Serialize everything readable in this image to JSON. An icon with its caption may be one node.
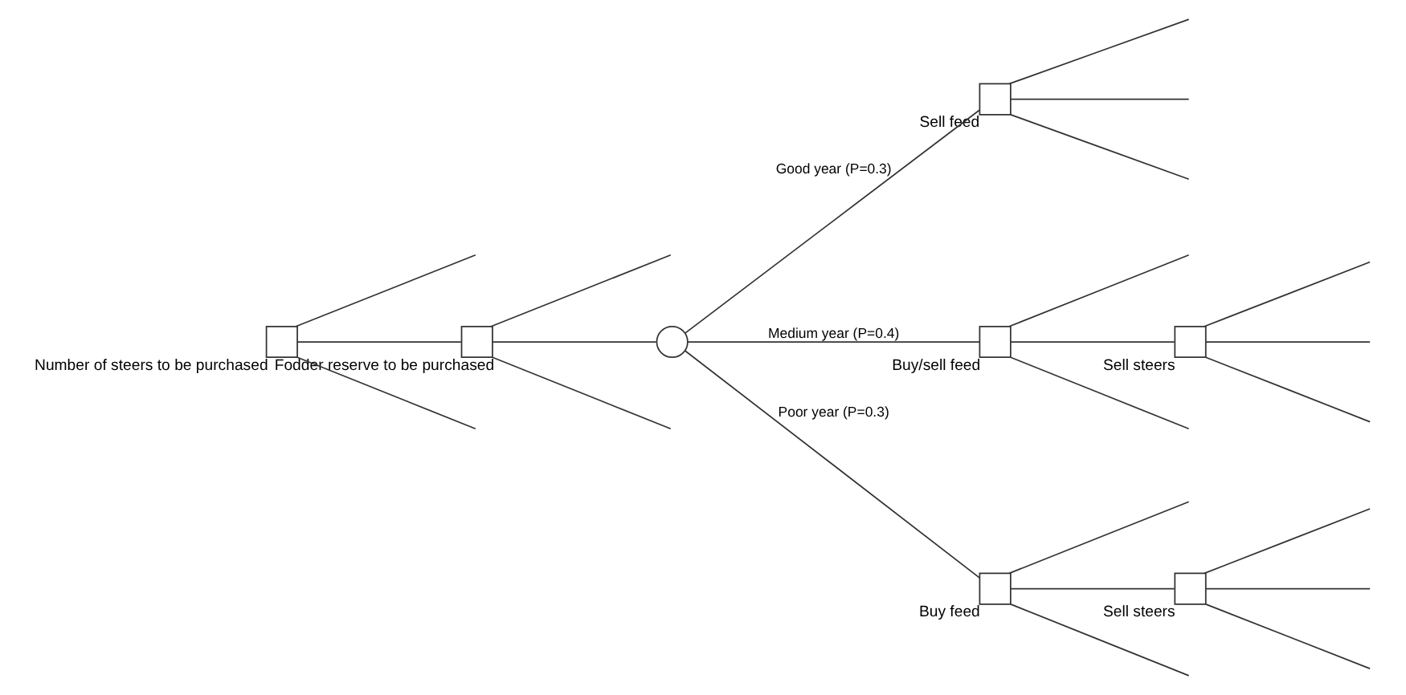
{
  "diagram": {
    "nodes": [
      {
        "text": [],
        "shape": "box",
        "beside": [
          "Number of steers to be purchased"
        ]
      },
      {
        "text": [],
        "shape": "box",
        "beside": [
          "Fodder reserve to be purchased"
        ]
      },
      {
        "text": [],
        "shape": "circle"
      },
      {
        "text": [],
        "shape": "box",
        "beside": [
          "Sell feed"
        ]
      },
      {
        "text": [],
        "shape": "box",
        "beside": [
          "Buy/sell feed"
        ]
      },
      {
        "text": [],
        "shape": "box",
        "beside": [
          "Sell steers"
        ]
      },
      {
        "text": [],
        "shape": "box",
        "beside": [
          "Buy feed"
        ]
      },
      {
        "text": [],
        "shape": "box",
        "beside": [
          "Sell steers"
        ]
      }
    ],
    "edges": [
      {
        "from": 0,
        "to": null,
        "arrow": "none"
      },
      {
        "from": 0,
        "to": 1,
        "arrow": "none"
      },
      {
        "from": 0,
        "to": null,
        "arrow": "none"
      },
      {
        "from": 1,
        "to": null,
        "arrow": "none"
      },
      {
        "from": 1,
        "to": 2,
        "arrow": "none"
      },
      {
        "from": 1,
        "to": null,
        "arrow": "none"
      },
      {
        "from": 2,
        "to": 3,
        "arrow": "none",
        "label": "Good year (P=0.3)"
      },
      {
        "from": 2,
        "to": 4,
        "arrow": "none",
        "label": "Medium year (P=0.4)"
      },
      {
        "from": 2,
        "to": 6,
        "arrow": "none",
        "label": "Poor year (P=0.3)"
      },
      {
        "from": 3,
        "to": null,
        "arrow": "none"
      },
      {
        "from": 3,
        "to": null,
        "arrow": "none"
      },
      {
        "from": 3,
        "to": null,
        "arrow": "none"
      },
      {
        "from": 4,
        "to": null,
        "arrow": "none"
      },
      {
        "from": 4,
        "to": 5,
        "arrow": "none"
      },
      {
        "from": 4,
        "to": null,
        "arrow": "none"
      },
      {
        "from": 5,
        "to": null,
        "arrow": "none"
      },
      {
        "from": 5,
        "to": null,
        "arrow": "none"
      },
      {
        "from": 5,
        "to": null,
        "arrow": "none"
      },
      {
        "from": 6,
        "to": null,
        "arrow": "none"
      },
      {
        "from": 6,
        "to": 7,
        "arrow": "none"
      },
      {
        "from": 6,
        "to": null,
        "arrow": "none"
      },
      {
        "from": 7,
        "to": null,
        "arrow": "none"
      },
      {
        "from": 7,
        "to": null,
        "arrow": "none"
      },
      {
        "from": 7,
        "to": null,
        "arrow": "none"
      }
    ]
  }
}
